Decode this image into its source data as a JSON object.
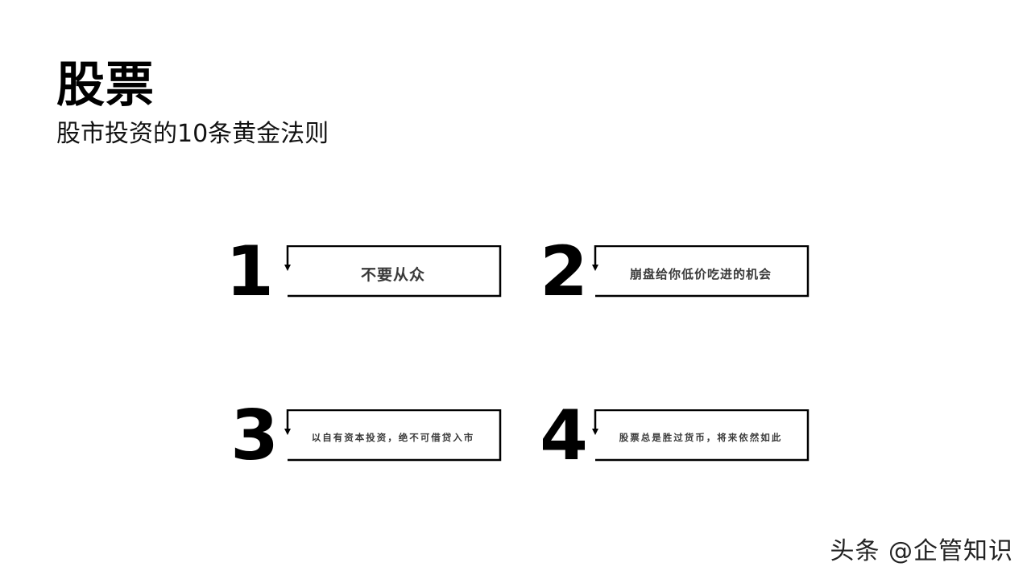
{
  "header": {
    "title": "股票",
    "subtitle": "股市投资的10条黄金法则"
  },
  "rules": [
    {
      "number": "1",
      "text": "不要从众"
    },
    {
      "number": "2",
      "text": "崩盘给你低价吃进的机会"
    },
    {
      "number": "3",
      "text": "以自有资本投资，绝不可借贷入市"
    },
    {
      "number": "4",
      "text": "股票总是胜过货币，将来依然如此"
    }
  ],
  "watermark": "头条 @企管知识"
}
